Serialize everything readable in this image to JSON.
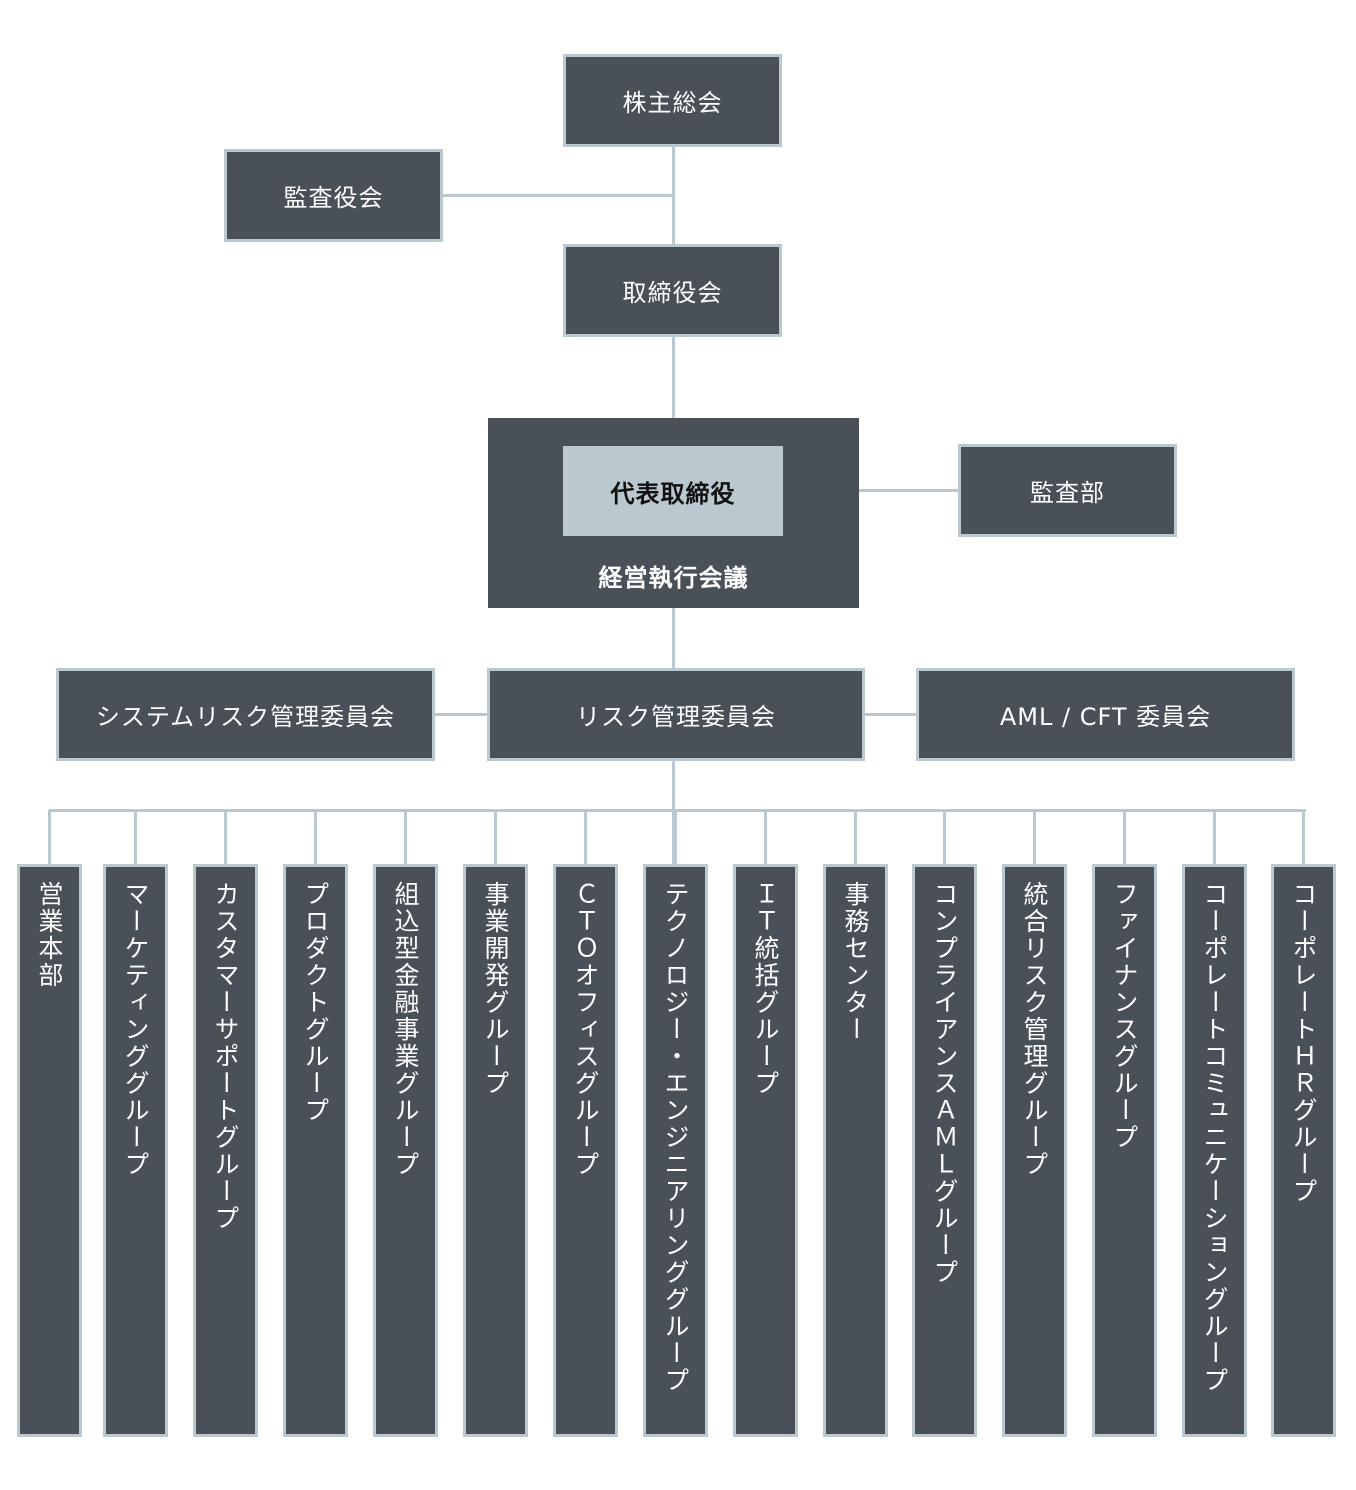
{
  "chart": {
    "shareholders_meeting": "株主総会",
    "audit_board": "監査役会",
    "board_of_directors": "取締役会",
    "ceo": "代表取締役",
    "management_committee": "経営執行会議",
    "internal_audit": "監査部",
    "risk_committee": "リスク管理委員会",
    "system_risk_committee": "システムリスク管理委員会",
    "aml_cft_committee": "AML / CFT 委員会",
    "departments": [
      "営業本部",
      "マーケティンググループ",
      "カスタマーサポートグループ",
      "プロダクトグループ",
      "組込型金融事業グループ",
      "事業開発グループ",
      "ＣＴＯオフィスグループ",
      "テクノロジー・エンジニアリンググループ",
      "ＩＴ統括グループ",
      "事務センター",
      "コンプライアンスＡＭＬグループ",
      "統合リスク管理グループ",
      "ファイナンスグループ",
      "コーポレートコミュニケーショングループ",
      "コーポレートＨＲグループ"
    ]
  },
  "colors": {
    "box_fill": "#4a5058",
    "box_border": "#bcc8d0",
    "highlight_fill": "#bcc8d0",
    "text_light": "#ffffff",
    "text_dark": "#111111"
  }
}
